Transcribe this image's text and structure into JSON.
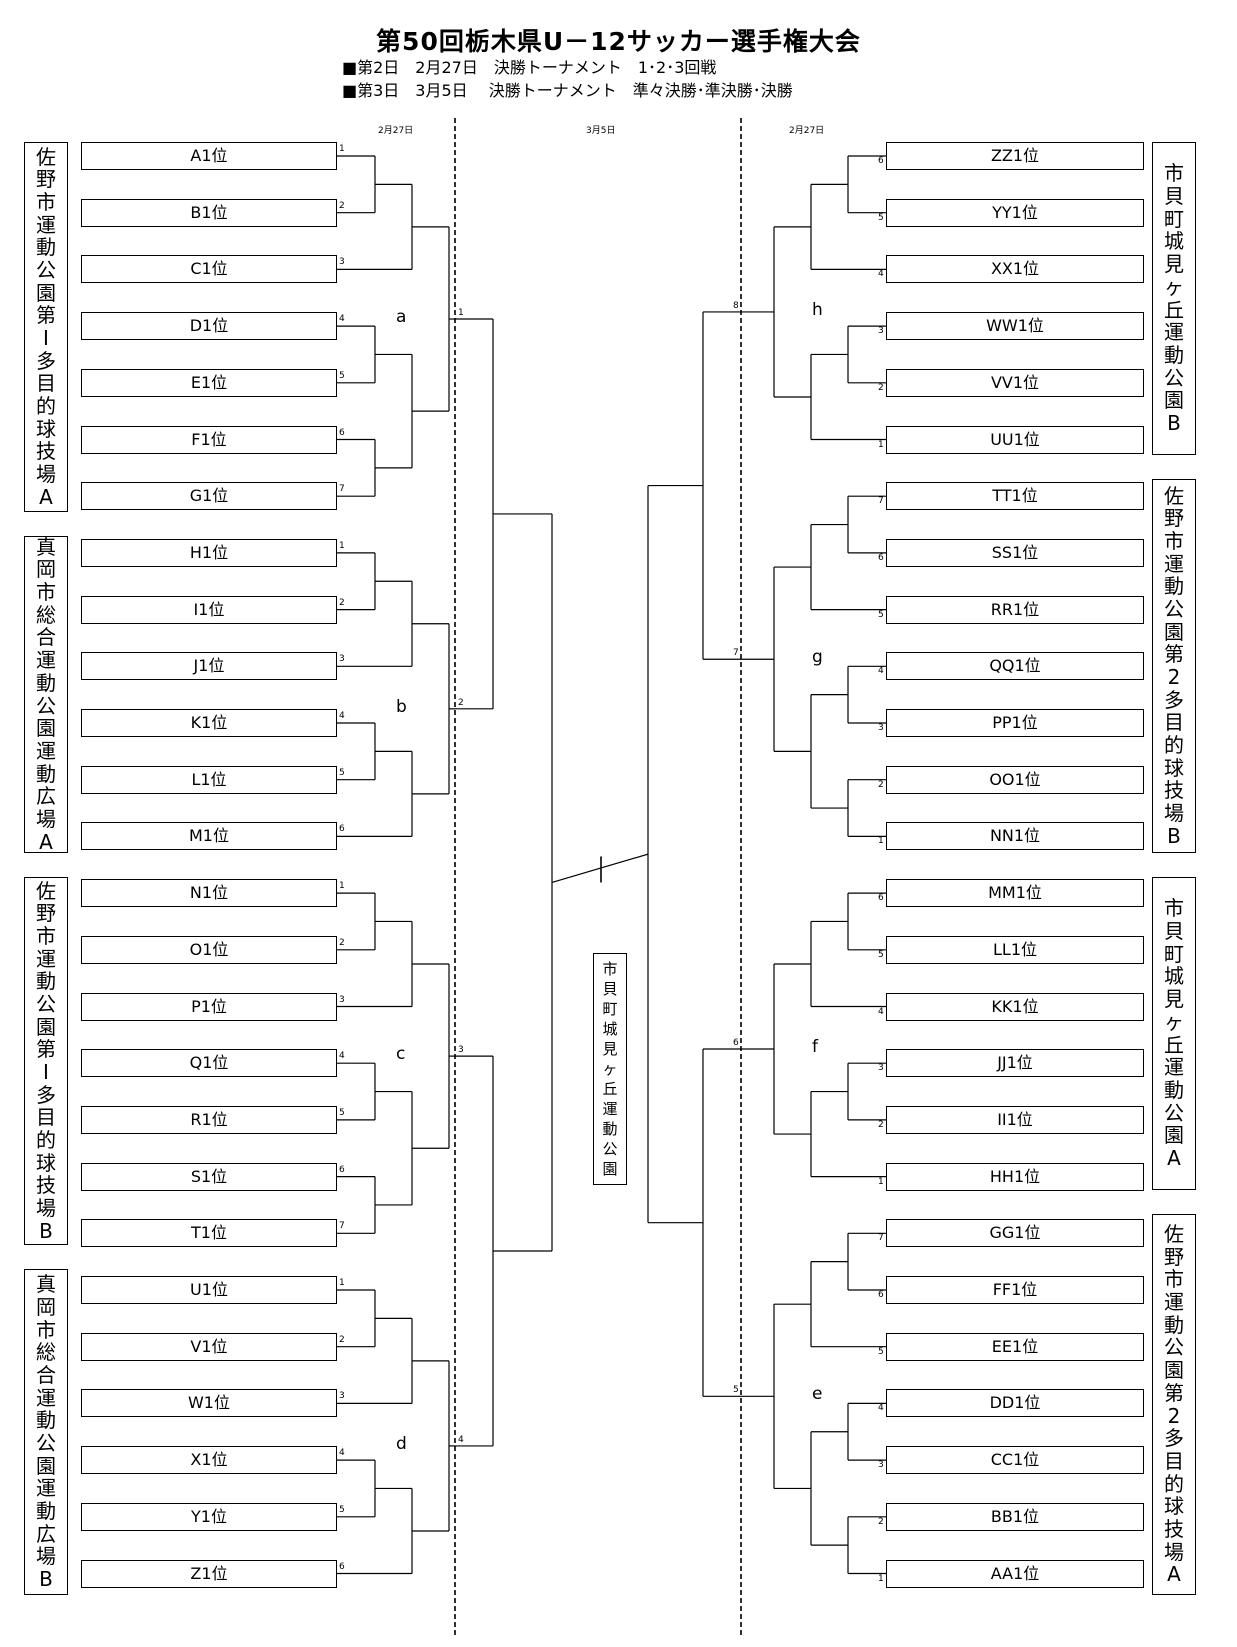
{
  "header": {
    "title": "第50回栃木県U－12サッカー選手権大会",
    "line1": "■第2日　2月27日　決勝トーナメント　1･2･3回戦",
    "line2": "■第3日　3月5日　 決勝トーナメント　準々決勝･準決勝･決勝"
  },
  "dates": {
    "left": "2月27日",
    "center": "3月5日",
    "right": "2月27日"
  },
  "left_teams": [
    "A1位",
    "B1位",
    "C1位",
    "D1位",
    "E1位",
    "F1位",
    "G1位",
    "H1位",
    "I1位",
    "J1位",
    "K1位",
    "L1位",
    "M1位",
    "N1位",
    "O1位",
    "P1位",
    "Q1位",
    "R1位",
    "S1位",
    "T1位",
    "U1位",
    "V1位",
    "W1位",
    "X1位",
    "Y1位",
    "Z1位"
  ],
  "right_teams": [
    "ZZ1位",
    "YY1位",
    "XX1位",
    "WW1位",
    "VV1位",
    "UU1位",
    "TT1位",
    "SS1位",
    "RR1位",
    "QQ1位",
    "PP1位",
    "OO1位",
    "NN1位",
    "MM1位",
    "LL1位",
    "KK1位",
    "JJ1位",
    "II1位",
    "HH1位",
    "GG1位",
    "FF1位",
    "EE1位",
    "DD1位",
    "CC1位",
    "BB1位",
    "AA1位"
  ],
  "left_seeds": [
    "1",
    "2",
    "3",
    "4",
    "5",
    "6",
    "7",
    "1",
    "2",
    "3",
    "4",
    "5",
    "6",
    "1",
    "2",
    "3",
    "4",
    "5",
    "6",
    "7",
    "1",
    "2",
    "3",
    "4",
    "5",
    "6"
  ],
  "right_seeds": [
    "6",
    "5",
    "4",
    "3",
    "2",
    "1",
    "7",
    "6",
    "5",
    "4",
    "3",
    "2",
    "1",
    "6",
    "5",
    "4",
    "3",
    "2",
    "1",
    "7",
    "6",
    "5",
    "4",
    "3",
    "2",
    "1"
  ],
  "groups": [
    "a",
    "b",
    "c",
    "d",
    "h",
    "g",
    "f",
    "e"
  ],
  "quarter_numbers": [
    "1",
    "2",
    "3",
    "4",
    "8",
    "7",
    "6",
    "5"
  ],
  "venues_left": [
    "佐野市運動公園第Ⅰ多目的球技場A",
    "真岡市総合運動公園運動広場A",
    "佐野市運動公園第Ⅰ多目的球技場B",
    "真岡市総合運動公園運動広場B"
  ],
  "venues_right": [
    "市貝町城見ヶ丘運動公園B",
    "佐野市運動公園第2多目的球技場B",
    "市貝町城見ヶ丘運動公園A",
    "佐野市運動公園第2多目的球技場A"
  ],
  "venue_center": "市貝町城見ヶ丘運動公園"
}
